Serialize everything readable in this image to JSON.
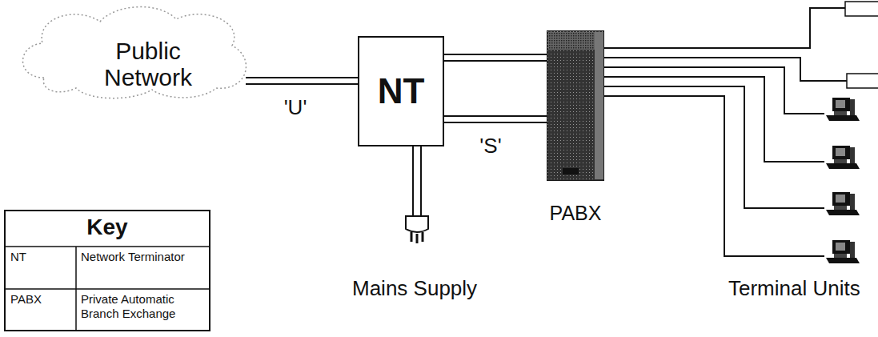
{
  "diagram": {
    "nodes": [
      {
        "text": [
          "Public Network"
        ]
      },
      {
        "text": [
          "NT"
        ]
      },
      {
        "text": [
          "PABX"
        ]
      }
    ],
    "edges": [
      {
        "from": 0,
        "to": 1,
        "arrow": "none",
        "label": "'U'"
      },
      {
        "from": 1,
        "to": 2,
        "arrow": "none",
        "label": "'S'"
      }
    ],
    "labels": [
      "Key",
      "NT",
      "Network Terminator",
      "PABX",
      "Private Automatic Branch Exchange",
      "Mains Supply",
      "Terminal Units"
    ]
  }
}
